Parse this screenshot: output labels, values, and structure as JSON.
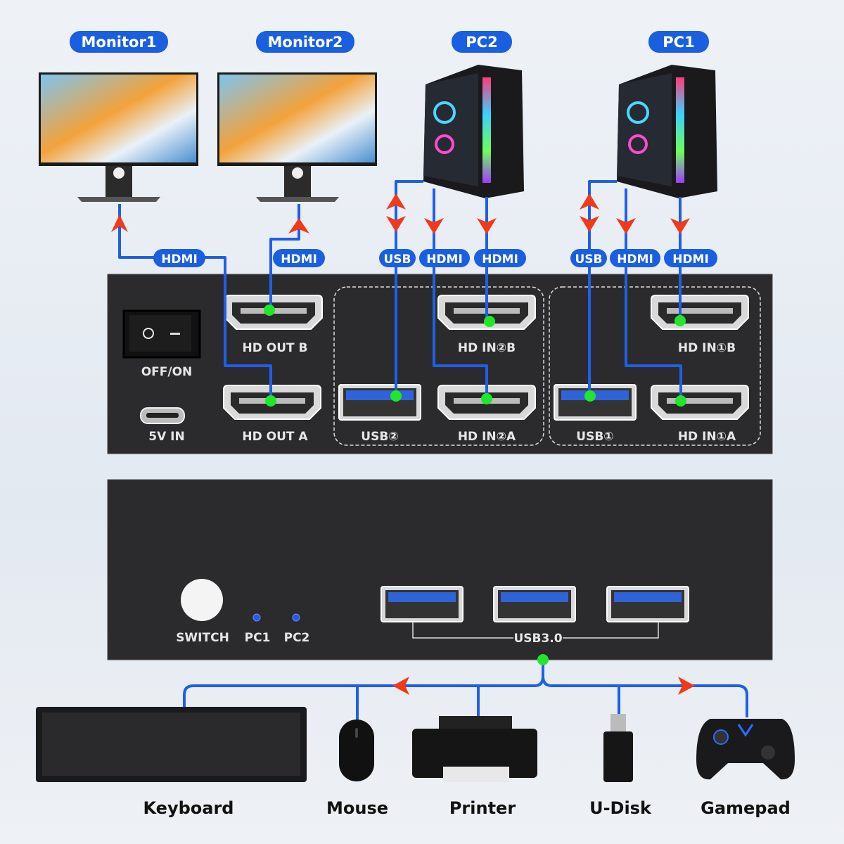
{
  "colors": {
    "cable": "#1f5fe8",
    "pill": "#1a5fe0",
    "connection_dot": "#22e62a",
    "arrow": "#f03a1a",
    "panel": "#2b2b2d"
  },
  "top_labels": {
    "monitor1": "Monitor1",
    "monitor2": "Monitor2",
    "pc2": "PC2",
    "pc1": "PC1"
  },
  "cable_labels": {
    "hdmi": "HDMI",
    "usb": "USB"
  },
  "rear_panel": {
    "power_switch": "OFF/ON",
    "power_in": "5V IN",
    "hd_out_b": "HD OUT B",
    "hd_out_a": "HD OUT A",
    "usb2": "USB②",
    "hd_in2_b": "HD IN②B",
    "hd_in2_a": "HD IN②A",
    "usb1": "USB①",
    "hd_in1_b": "HD IN①B",
    "hd_in1_a": "HD IN①A"
  },
  "front_panel": {
    "switch": "SWITCH",
    "pc1_led": "PC1",
    "pc2_led": "PC2",
    "usb_ports": "USB3.0"
  },
  "devices": [
    "Keyboard",
    "Mouse",
    "Printer",
    "U-Disk",
    "Gamepad"
  ]
}
